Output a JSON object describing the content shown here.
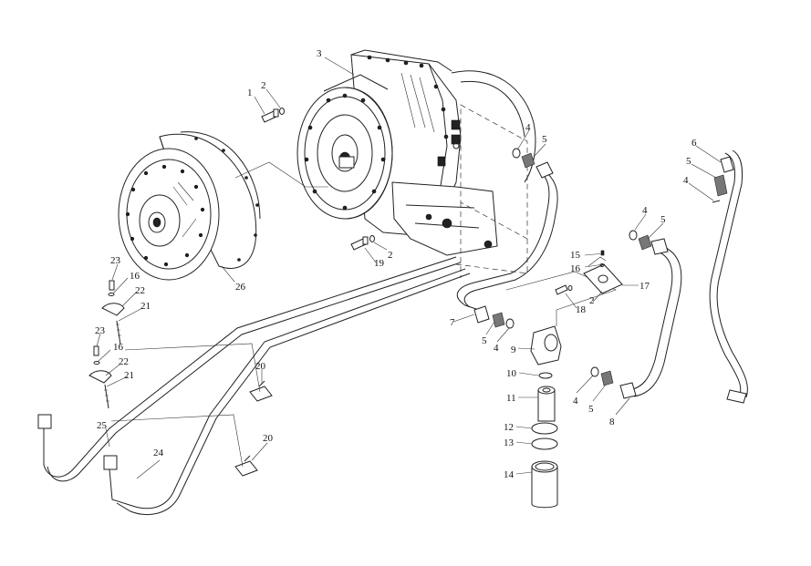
{
  "diagram": {
    "callouts": [
      {
        "id": "c1",
        "text": "1"
      },
      {
        "id": "c2a",
        "text": "2"
      },
      {
        "id": "c3",
        "text": "3"
      },
      {
        "id": "c4a",
        "text": "4"
      },
      {
        "id": "c5a",
        "text": "5"
      },
      {
        "id": "c6",
        "text": "6"
      },
      {
        "id": "c5b",
        "text": "5"
      },
      {
        "id": "c4b",
        "text": "4"
      },
      {
        "id": "c4c",
        "text": "4"
      },
      {
        "id": "c5c",
        "text": "5"
      },
      {
        "id": "c2b",
        "text": "2"
      },
      {
        "id": "c19",
        "text": "19"
      },
      {
        "id": "c26",
        "text": "26"
      },
      {
        "id": "c15",
        "text": "15"
      },
      {
        "id": "c16a",
        "text": "16"
      },
      {
        "id": "c17",
        "text": "17"
      },
      {
        "id": "c2c",
        "text": "2"
      },
      {
        "id": "c18",
        "text": "18"
      },
      {
        "id": "c7",
        "text": "7"
      },
      {
        "id": "c5d",
        "text": "5"
      },
      {
        "id": "c4d",
        "text": "4"
      },
      {
        "id": "c9",
        "text": "9"
      },
      {
        "id": "c10",
        "text": "10"
      },
      {
        "id": "c11",
        "text": "11"
      },
      {
        "id": "c4e",
        "text": "4"
      },
      {
        "id": "c5e",
        "text": "5"
      },
      {
        "id": "c8",
        "text": "8"
      },
      {
        "id": "c12",
        "text": "12"
      },
      {
        "id": "c13",
        "text": "13"
      },
      {
        "id": "c14",
        "text": "14"
      },
      {
        "id": "c23a",
        "text": "23"
      },
      {
        "id": "c16b",
        "text": "16"
      },
      {
        "id": "c22a",
        "text": "22"
      },
      {
        "id": "c21a",
        "text": "21"
      },
      {
        "id": "c23b",
        "text": "23"
      },
      {
        "id": "c16c",
        "text": "16"
      },
      {
        "id": "c22b",
        "text": "22"
      },
      {
        "id": "c21b",
        "text": "21"
      },
      {
        "id": "c20a",
        "text": "20"
      },
      {
        "id": "c20b",
        "text": "20"
      },
      {
        "id": "c25",
        "text": "25"
      },
      {
        "id": "c24",
        "text": "24"
      }
    ]
  }
}
